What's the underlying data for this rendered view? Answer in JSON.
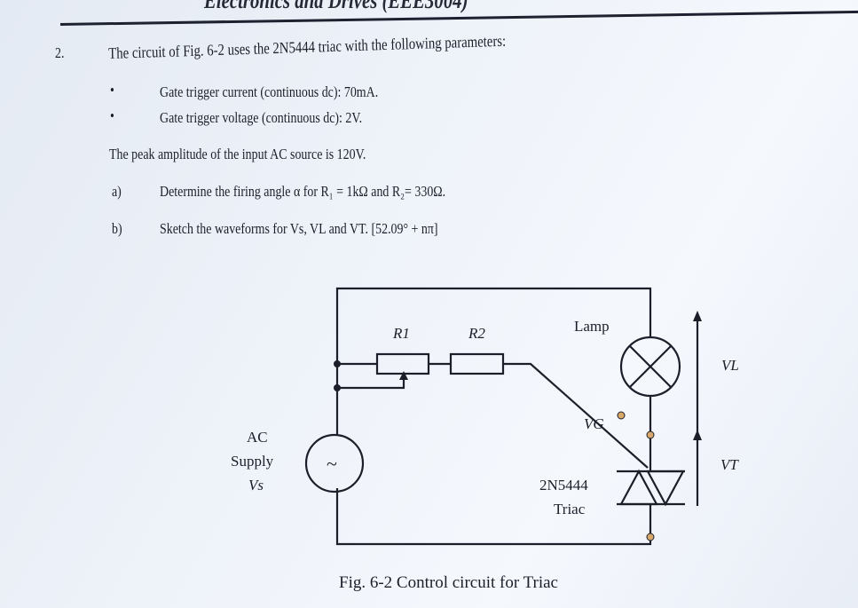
{
  "header": {
    "title": "Electronics and Drives (EEE3004)"
  },
  "question": {
    "number": "2.",
    "intro": "The circuit of Fig. 6-2 uses the 2N5444 triac with the following parameters:",
    "bullets": [
      "Gate trigger current (continuous dc): 70mA.",
      "Gate trigger voltage (continuous dc): 2V."
    ],
    "peak_note": "The peak amplitude of the input AC source is 120V.",
    "parts": [
      {
        "label": "a)",
        "text": "Determine the firing angle α for R₁ = 1kΩ and R₂= 330Ω."
      },
      {
        "label": "b)",
        "text": "Sketch the waveforms for Vs, VL and VT.  [52.09° + nπ]"
      }
    ]
  },
  "figure": {
    "r1": "R1",
    "r2": "R2",
    "lamp": "Lamp",
    "vl": "VL",
    "vg": "VG",
    "vt": "VT",
    "ac_supply": "AC",
    "supply": "Supply",
    "vs": "Vs",
    "source_symbol": "~",
    "triac_part": "2N5444",
    "triac": "Triac",
    "caption": "Fig. 6-2 Control circuit for Triac"
  }
}
